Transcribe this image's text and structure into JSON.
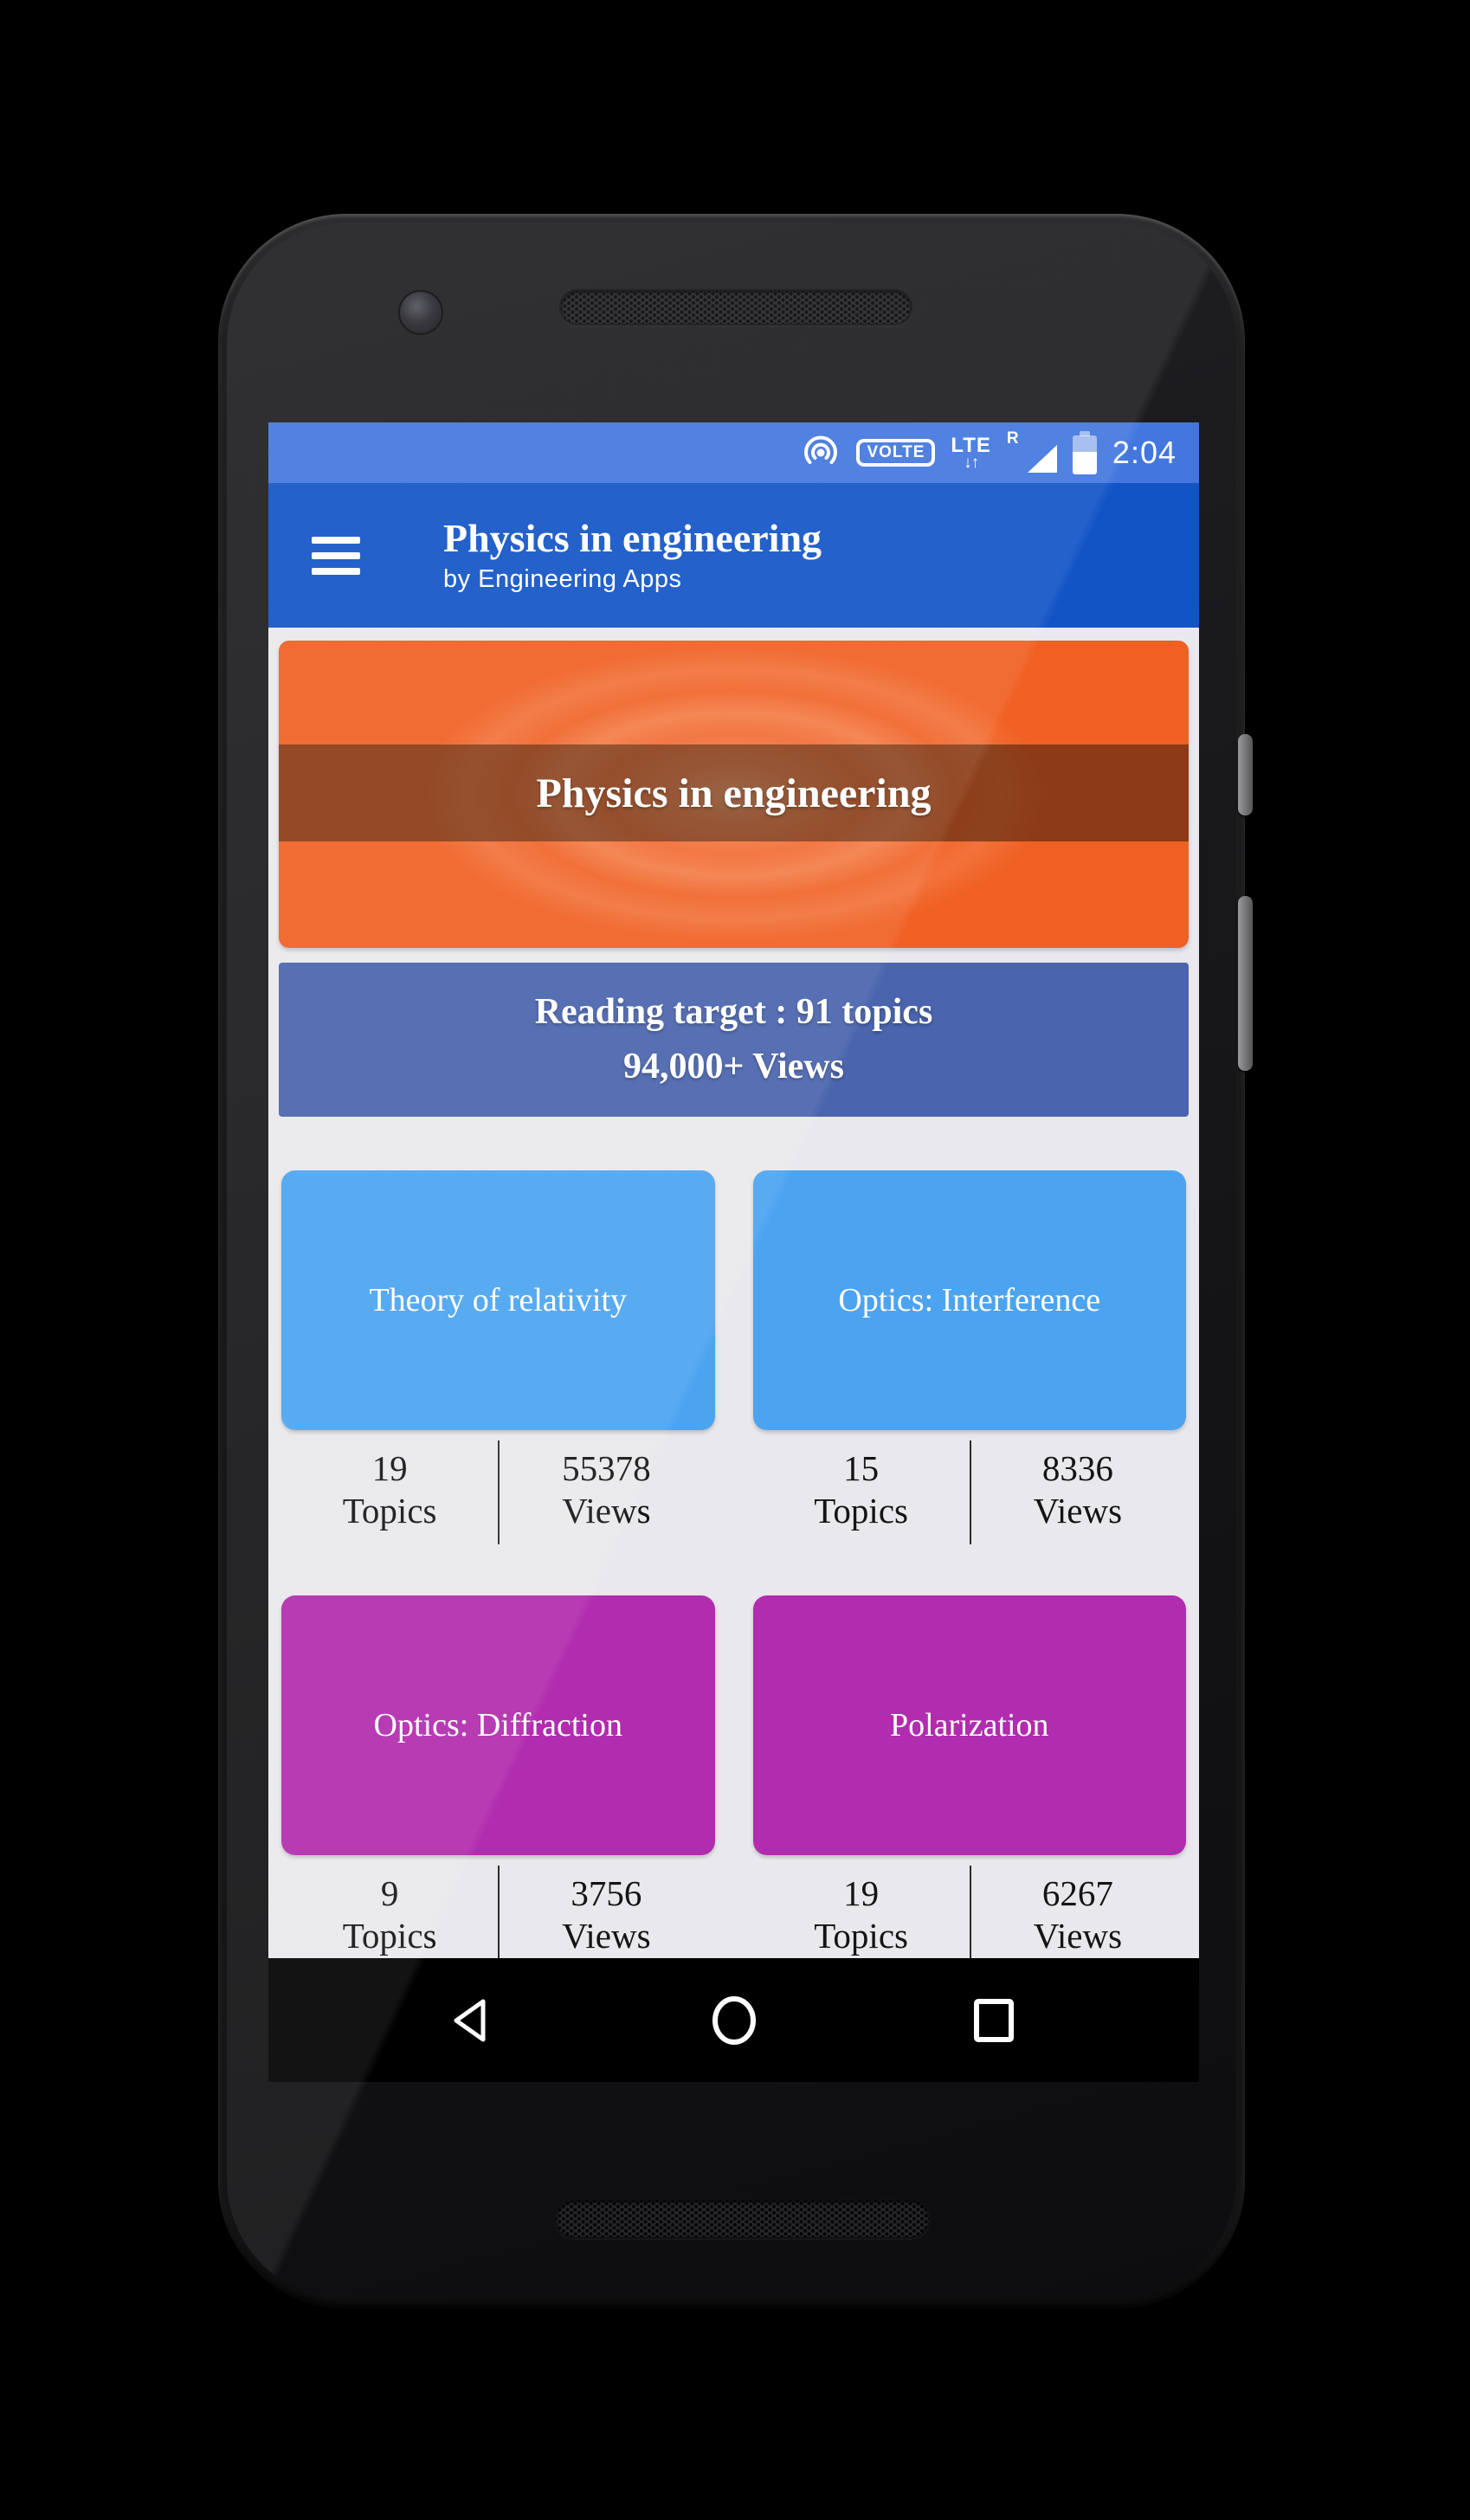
{
  "status_bar": {
    "time": "2:04",
    "volte_label": "VOLTE",
    "lte_label": "LTE",
    "data_arrows": "↓↑",
    "roaming_label": "R",
    "icons": [
      "hotspot-icon",
      "volte-badge",
      "lte-data-arrows-icon",
      "roaming-signal-triangle-icon",
      "battery-icon"
    ]
  },
  "app_bar": {
    "title": "Physics in engineering",
    "subtitle": "by Engineering Apps",
    "menu_icon": "hamburger-menu-icon"
  },
  "hero_banner": {
    "title": "Physics in engineering"
  },
  "reading_target": {
    "line1": "Reading target :  91 topics",
    "line2": "94,000+ Views"
  },
  "categories": [
    {
      "title": "Theory of relativity",
      "topics_count": "19",
      "topics_label": "Topics",
      "views_count": "55378",
      "views_label": "Views",
      "color": "#4ca4f0"
    },
    {
      "title": "Optics: Interference",
      "topics_count": "15",
      "topics_label": "Topics",
      "views_count": "8336",
      "views_label": "Views",
      "color": "#4ca4f0"
    },
    {
      "title": "Optics: Diffraction",
      "topics_count": "9",
      "topics_label": "Topics",
      "views_count": "3756",
      "views_label": "Views",
      "color": "#b12cae"
    },
    {
      "title": "Polarization",
      "topics_count": "19",
      "topics_label": "Topics",
      "views_count": "6267",
      "views_label": "Views",
      "color": "#b12cae"
    }
  ],
  "nav_bar": {
    "buttons": [
      "back",
      "home",
      "recents"
    ]
  },
  "colors": {
    "status_bar_blue": "#4377df",
    "app_bar_blue": "#1254c6",
    "hero_orange": "#f06023",
    "hero_band_brown": "rgba(62,30,9,0.56)",
    "reading_target_blue": "#4a64ad",
    "category_blue": "#4ca4f0",
    "category_magenta": "#b12cae",
    "content_background": "#e9e8ec"
  }
}
